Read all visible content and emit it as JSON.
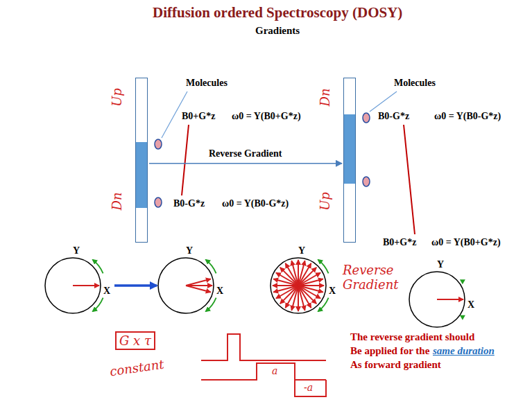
{
  "diagram": {
    "title": "Diffusion ordered Spectroscopy (DOSY)",
    "nodes": [
      {
        "text": [
          "Up",
          "Dn"
        ]
      },
      {
        "text": [
          "Dn",
          "Up"
        ]
      },
      {
        "text": [
          "Y",
          "X"
        ]
      },
      {
        "text": [
          "Y",
          "X"
        ]
      },
      {
        "text": [
          "Y",
          "X"
        ]
      },
      {
        "text": [
          "Y",
          "X"
        ]
      }
    ],
    "edges": [
      {
        "from": 0,
        "to": 1,
        "label": "Reverse Gradient",
        "arrow": "to"
      },
      {
        "from": 2,
        "to": 3,
        "arrow": "to"
      }
    ],
    "labels": [
      "Gradients",
      "Molecules",
      "B0+G*z",
      "ω0 = Υ(B0+G*z)",
      "B0-G*z",
      "ω0 = Υ(B0-G*z)",
      "Molecules",
      "B0-G*z",
      "ω0 = Υ(B0-G*z)",
      "B0+G*z",
      "ω0 = Υ(B0+G*z)",
      "Reverse Gradient",
      "G x τ",
      "constant",
      "a",
      "-a",
      "The reverse gradient should",
      "Be applied for the",
      "same duration",
      "As forward gradient"
    ]
  }
}
